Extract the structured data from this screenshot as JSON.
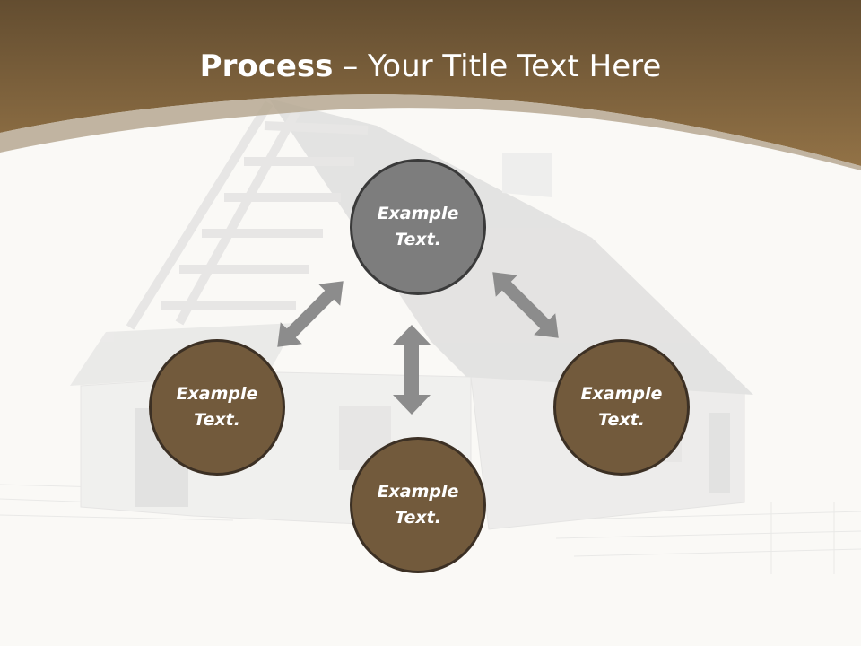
{
  "title": {
    "bold": "Process",
    "dash": " – ",
    "rest": "Your Title Text Here"
  },
  "nodes": [
    {
      "id": "top",
      "text": "Example\nText."
    },
    {
      "id": "left",
      "text": "Example\nText."
    },
    {
      "id": "right",
      "text": "Example\nText."
    },
    {
      "id": "bottom",
      "text": "Example\nText."
    }
  ],
  "colors": {
    "header_brown": "#8a6a42",
    "node_brown": "#725a3c",
    "node_gray": "#7d7d7d",
    "arrow_gray": "#8c8c8c"
  }
}
